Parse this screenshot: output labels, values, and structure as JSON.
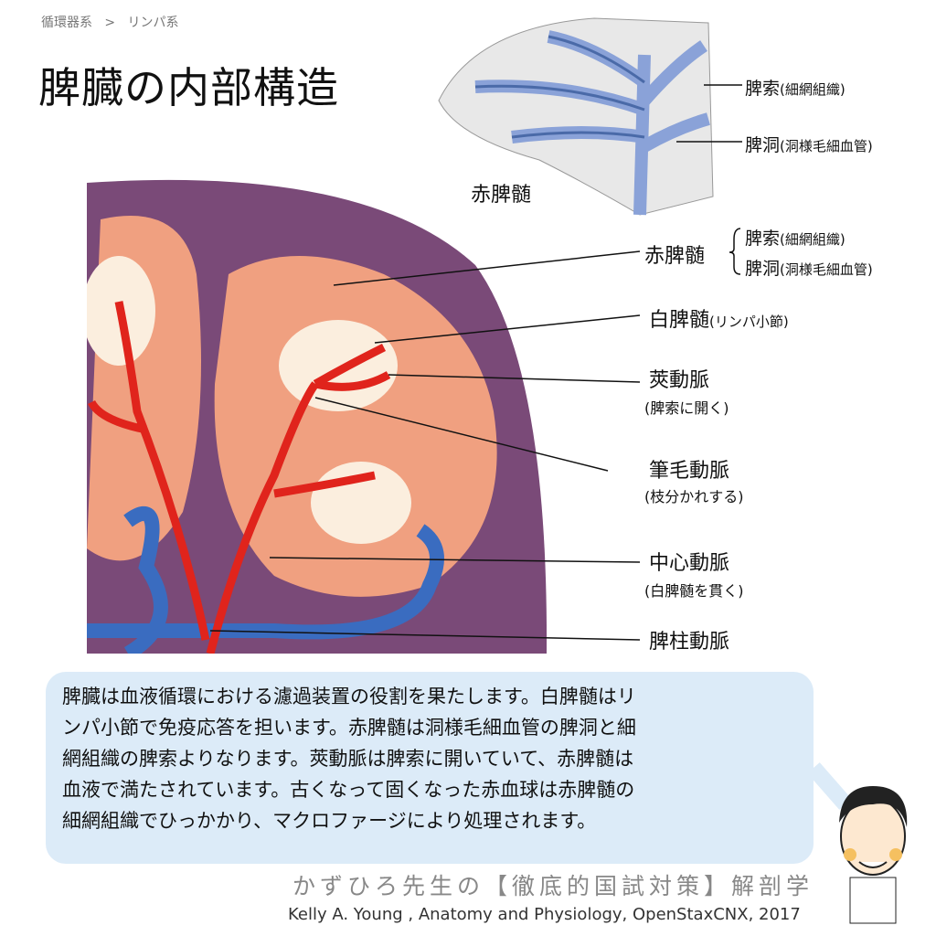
{
  "breadcrumb": {
    "parent": "循環器系",
    "sep": ">",
    "current": "リンパ系"
  },
  "title": "脾臓の内部構造",
  "top_image": {
    "label_red_pulp": "赤脾髄",
    "cord": "脾索",
    "cord_note": "(細網組織)",
    "sinus": "脾洞",
    "sinus_note": "(洞様毛細血管)"
  },
  "labels": {
    "red_pulp": "赤脾髄",
    "red_cord": "脾索",
    "red_cord_note": "(細網組織)",
    "red_sinus": "脾洞",
    "red_sinus_note": "(洞様毛細血管)",
    "white_pulp": "白脾髄",
    "white_pulp_note": "(リンパ小節)",
    "sheathed": "莢動脈",
    "sheathed_note": "(脾索に開く)",
    "penicillar": "筆毛動脈",
    "penicillar_note": "(枝分かれする)",
    "central": "中心動脈",
    "central_note": "(白脾髄を貫く)",
    "trabecular": "脾柱動脈"
  },
  "bubble_lines": [
    "脾臓は血液循環における濾過装置の役割を果たします。白脾髄はリ",
    "ンパ小節で免疫応答を担います。赤脾髄は洞様毛細血管の脾洞と細",
    "網組織の脾索よりなります。莢動脈は脾索に開いていて、赤脾髄は",
    "血液で満たされています。古くなって固くなった赤血球は赤脾髄の",
    "細網組織でひっかかり、マクロファージにより処理されます。"
  ],
  "credit": {
    "series": "かずひろ先生の【徹底的国試対策】解剖学",
    "source": "Kelly A. Young , Anatomy and Physiology, OpenStaxCNX, 2017"
  },
  "colors": {
    "capsule": "#7a4a78",
    "pulp": "#f0a080",
    "white": "#fbeede",
    "artery": "#e0241c",
    "vein": "#3a6cc0",
    "bubble": "#dcebf8"
  }
}
